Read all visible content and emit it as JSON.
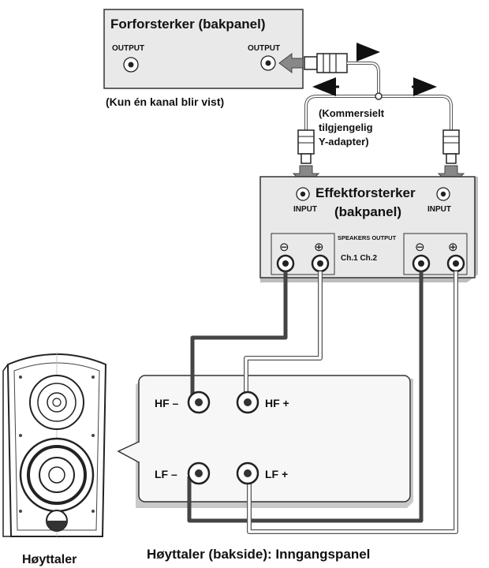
{
  "preamp": {
    "title": "Forforsterker (bakpanel)",
    "output_left": "OUTPUT",
    "output_right": "OUTPUT",
    "note": "(Kun én kanal blir vist)"
  },
  "adapter": {
    "line1": "(Kommersielt",
    "line2": "tilgjengelig",
    "line3": "Y-adapter)"
  },
  "amplifier": {
    "title_line1": "Effektforsterker",
    "title_line2": "(bakpanel)",
    "input_left": "INPUT",
    "input_right": "INPUT",
    "speakers_output": "SPEAKERS OUTPUT",
    "ch_label": "Ch.1 Ch.2",
    "minus": "⊖",
    "plus": "⊕"
  },
  "speaker_panel": {
    "hf_minus": "HF –",
    "hf_plus": "HF +",
    "lf_minus": "LF –",
    "lf_plus": "LF +",
    "caption": "Høyttaler (bakside): Inngangspanel"
  },
  "speaker": {
    "caption": "Høyttaler"
  },
  "colors": {
    "panel": "#e9e9e9",
    "wire_dark": "#444444",
    "arrow": "#888888"
  }
}
